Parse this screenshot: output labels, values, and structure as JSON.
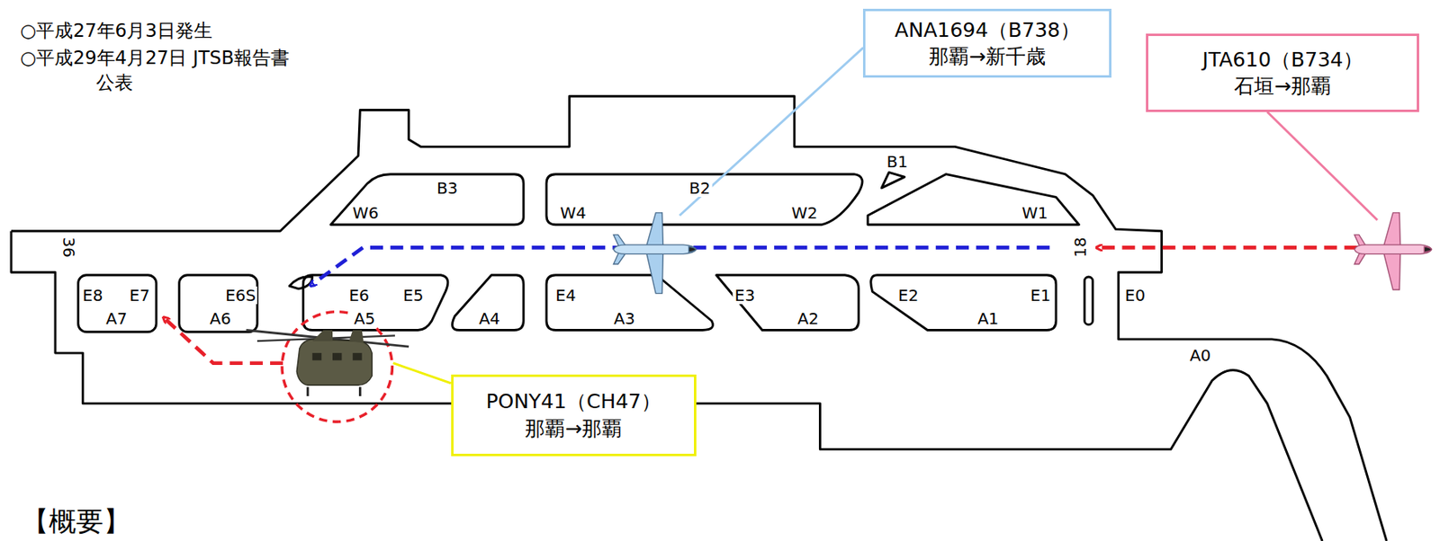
{
  "diagram": {
    "nodes": [
      {
        "text": [
          "ANA1694（B738）",
          "那覇→新千歳"
        ]
      },
      {
        "text": [
          "JTA610（B734）",
          "石垣→那覇"
        ]
      },
      {
        "text": [
          "PONY41（CH47）",
          "那覇→那覇"
        ]
      }
    ],
    "labels": [
      "○平成27年6月3日発生",
      "○平成29年4月27日 JTSB報告書公表",
      "B3",
      "W6",
      "B2",
      "W4",
      "W2",
      "B1",
      "W1",
      "36",
      "18",
      "E8",
      "E7",
      "A7",
      "E6S",
      "A6",
      "E6",
      "E5",
      "A5",
      "A4",
      "E4",
      "A3",
      "E3",
      "A2",
      "E2",
      "E1",
      "A1",
      "E0",
      "A0",
      "【概要】"
    ]
  }
}
